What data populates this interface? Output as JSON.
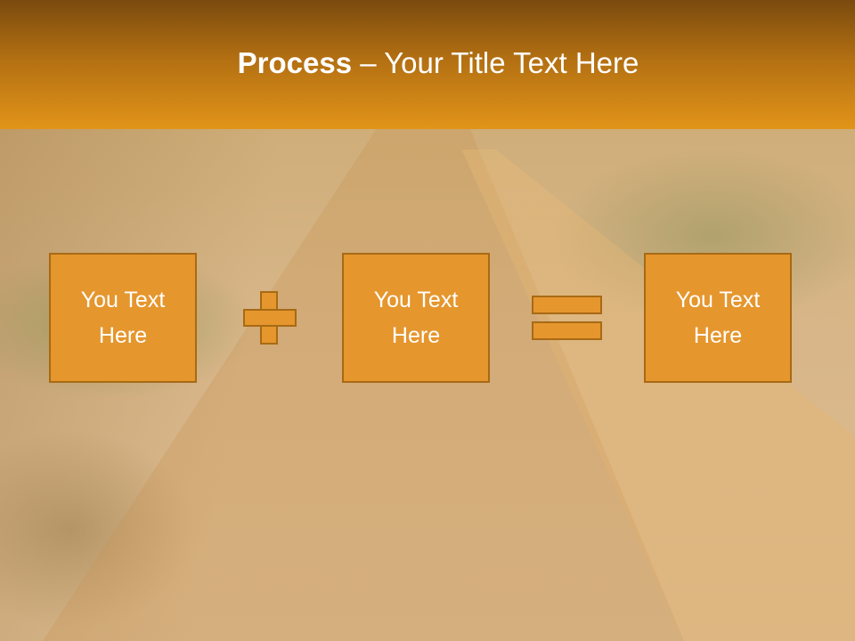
{
  "slide": {
    "title_bold": "Process",
    "title_rest": " – Your Title Text Here",
    "boxes": [
      {
        "text": "You Text Here"
      },
      {
        "text": "You Text Here"
      },
      {
        "text": "You Text Here"
      }
    ],
    "operators": [
      "plus-icon",
      "equals-icon"
    ],
    "colors": {
      "header_top": "#7a4a0e",
      "header_bottom": "#e29419",
      "box_fill": "#e5962d",
      "box_border": "#a86a14",
      "text": "#ffffff"
    }
  }
}
